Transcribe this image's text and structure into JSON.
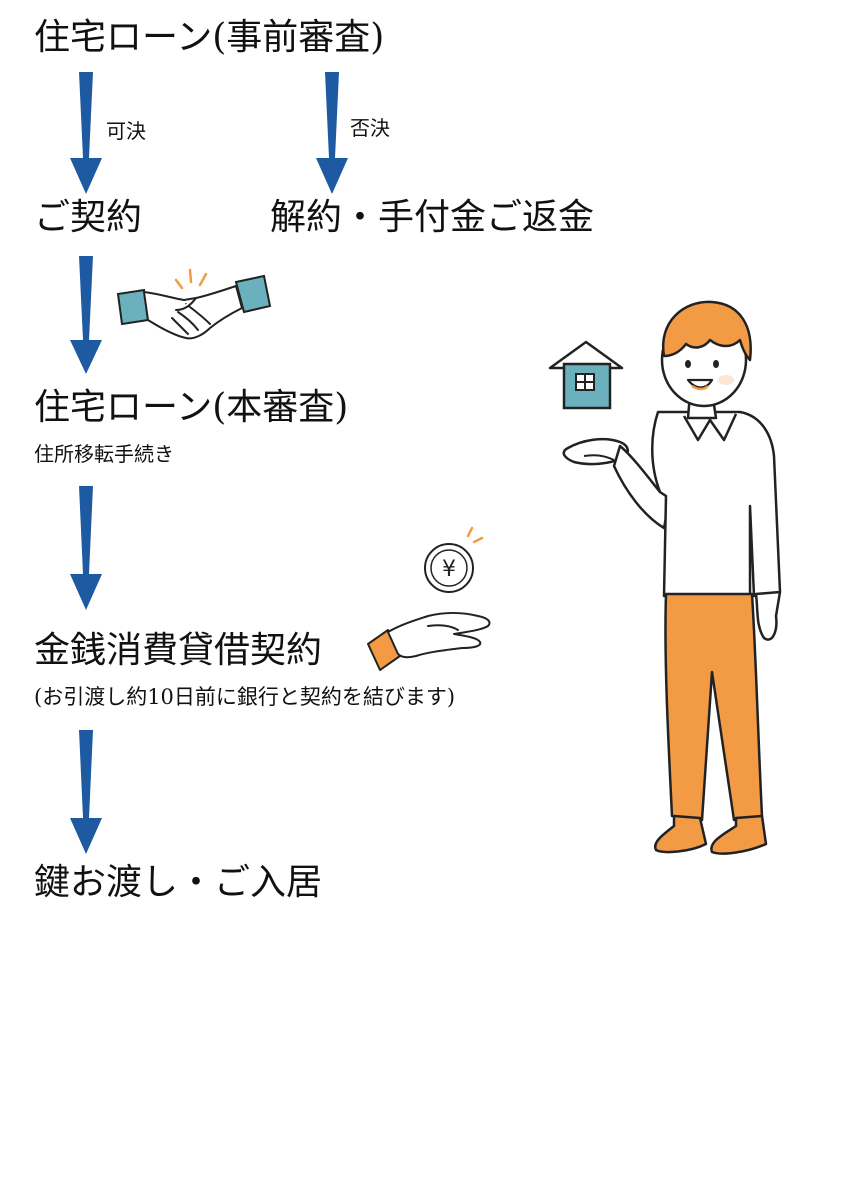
{
  "colors": {
    "arrow": "#1d5aa1",
    "teal": "#6bb1bd",
    "orange": "#f39a45",
    "skin": "#fbe6d6",
    "line": "#222222"
  },
  "steps": {
    "preliminary_review": "住宅ローン(事前審査)",
    "approved_label": "可決",
    "rejected_label": "否決",
    "contract": "ご契約",
    "refund": "解約・手付金ご返金",
    "main_review": "住宅ローン(本審査)",
    "address_change": "住所移転手続き",
    "loan_contract": "金銭消費貸借契約",
    "loan_contract_note": "(お引渡し約10日前に銀行と契約を結びます)",
    "handover": "鍵お渡し・ご入居"
  },
  "icons": {
    "handshake": "handshake-icon",
    "yen_coin": "yen-coin-icon",
    "yen_symbol": "¥",
    "house": "house-icon",
    "person": "person-illustration"
  }
}
